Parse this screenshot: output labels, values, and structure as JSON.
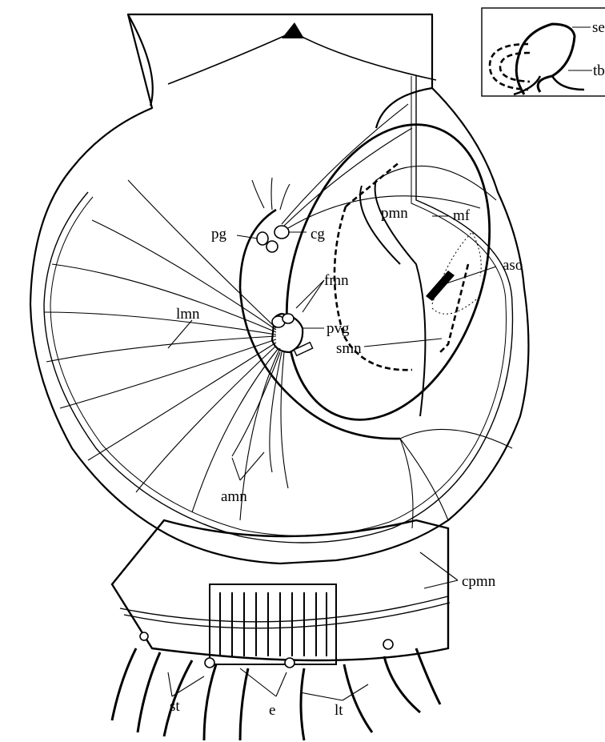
{
  "figure": {
    "labels": {
      "se": "se",
      "tb": "tb",
      "pmn": "pmn",
      "mf": "mf",
      "pg": "pg",
      "cg": "cg",
      "aso": "aso",
      "fmn": "fmn",
      "lmn": "lmn",
      "pvg": "pvg",
      "smn": "smn",
      "amn": "amn",
      "cpmn": "cpmn",
      "st": "st",
      "e": "e",
      "lt": "lt"
    }
  }
}
